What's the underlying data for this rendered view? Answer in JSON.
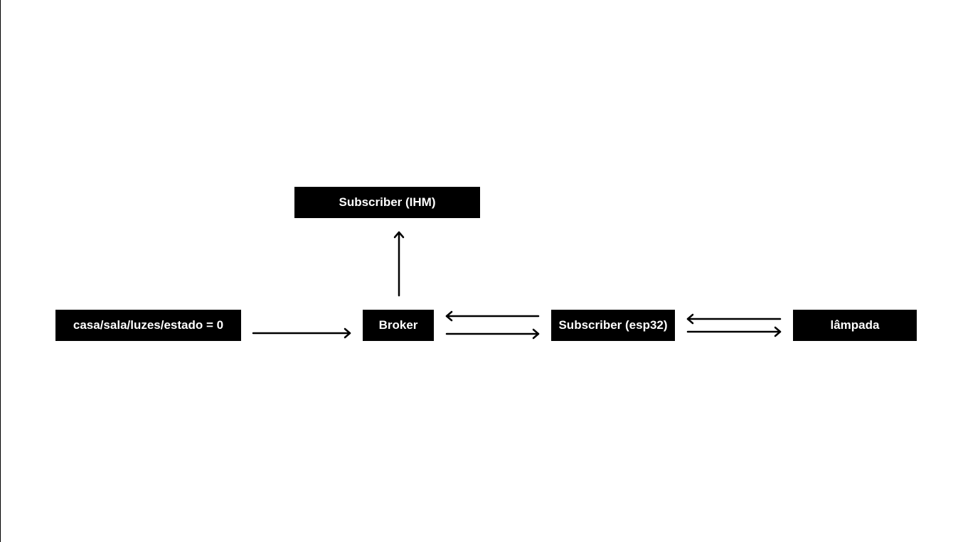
{
  "diagram": {
    "nodes": {
      "topic": "casa/sala/luzes/estado = 0",
      "broker": "Broker",
      "subscriber_ihm": "Subscriber (IHM)",
      "subscriber_esp32": "Subscriber (esp32)",
      "lampada": "lâmpada"
    },
    "edges": [
      {
        "from": "topic",
        "to": "broker"
      },
      {
        "from": "broker",
        "to": "subscriber_ihm"
      },
      {
        "from": "broker",
        "to": "subscriber_esp32"
      },
      {
        "from": "subscriber_esp32",
        "to": "broker"
      },
      {
        "from": "subscriber_esp32",
        "to": "lampada"
      },
      {
        "from": "lampada",
        "to": "subscriber_esp32"
      }
    ],
    "colors": {
      "node_fill": "#000000",
      "node_text": "#ffffff",
      "arrow": "#000000",
      "background": "#ffffff"
    }
  }
}
